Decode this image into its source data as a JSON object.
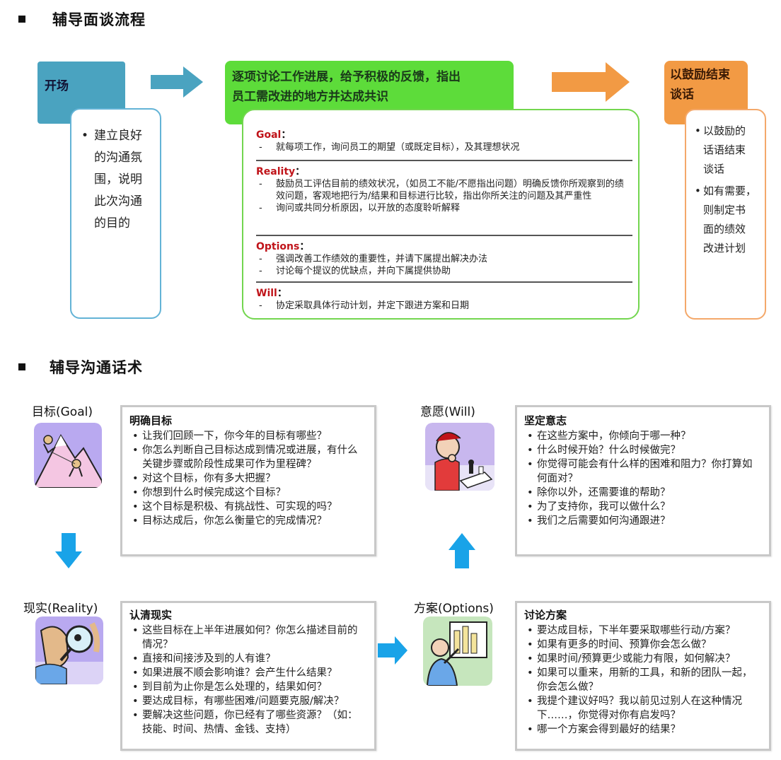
{
  "section1": {
    "title": "辅导面谈流程"
  },
  "opening": {
    "head": "开场",
    "lines": [
      "建立良好",
      "的沟通氛",
      "围，说明",
      "此次沟通",
      "的目的"
    ]
  },
  "discuss": {
    "head_lines": [
      "逐项讨论工作进展，给予积极的反馈，指出",
      "员工需改进的地方并达成共识"
    ],
    "groups": [
      {
        "label": "Goal",
        "items": [
          "就每项工作，询问员工的期望（或既定目标），及其理想状况"
        ]
      },
      {
        "label": "Reality",
        "items": [
          "鼓励员工评估目前的绩效状况，（如员工不能/不愿指出问题）明确反馈你所观察到的绩效问题，客观地把行为/结果和目标进行比较，指出你所关注的问题及其严重性",
          "询问或共同分析原因，以开放的态度聆听解释"
        ]
      },
      {
        "label": "Options",
        "items": [
          "强调改善工作绩效的重要性，并请下属提出解决办法",
          "讨论每个提议的优缺点，并向下属提供协助"
        ]
      },
      {
        "label": "Will",
        "items": [
          "协定采取具体行动计划，并定下跟进方案和日期"
        ]
      }
    ]
  },
  "closing": {
    "head_lines": [
      "以鼓励结束",
      "谈话"
    ],
    "items": [
      [
        "以鼓励的",
        "话语结束",
        "谈话"
      ],
      [
        "如有需要，",
        "则制定书",
        "面的绩效",
        "改进计划"
      ]
    ]
  },
  "section2": {
    "title": "辅导沟通话术"
  },
  "stages": {
    "goal": {
      "label": "目标(Goal)",
      "title": "明确目标",
      "items": [
        "让我们回顾一下，你今年的目标有哪些？",
        "你怎么判断自己目标达成到情况或进展，有什么关键步骤或阶段性成果可作为里程碑？",
        "对这个目标，你有多大把握？",
        "你想到什么时候完成这个目标？",
        "这个目标是积极、有挑战性、可实现的吗？",
        "目标达成后，你怎么衡量它的完成情况？"
      ]
    },
    "reality": {
      "label": "现实(Reality)",
      "title": "认清现实",
      "items": [
        "这些目标在上半年进展如何？你怎么描述目前的情况？",
        "直接和间接涉及到的人有谁？",
        "如果进展不顺会影响谁？会产生什么结果？",
        "到目前为止你是怎么处理的，结果如何？",
        "要达成目标，有哪些困难/问题要克服/解决？",
        "要解决这些问题，你已经有了哪些资源？（如：技能、时间、热情、金钱、支持）"
      ]
    },
    "options": {
      "label": "方案(Options)",
      "title": "讨论方案",
      "items": [
        "要达成目标，下半年要采取哪些行动/方案？",
        "如果有更多的时间、预算你会怎么做？",
        "如果时间/预算更少或能力有限，如何解决？",
        "如果可以重来，用新的工具，和新的团队一起，你会怎么做？",
        "我提个建议好吗？我以前见过别人在这种情况下……，你觉得对你有启发吗？",
        "哪一个方案会得到最好的结果？"
      ]
    },
    "will": {
      "label": "意愿(Will)",
      "title": "坚定意志",
      "items": [
        "在这些方案中，你倾向于哪一种？",
        "什么时候开始？什么时候做完？",
        "你觉得可能会有什么样的困难和阻力？你打算如何面对？",
        "除你以外，还需要谁的帮助？",
        "为了支持你，我可以做什么？",
        "我们之后需要如何沟通跟进？"
      ]
    }
  },
  "colors": {
    "teal": "#4aa3c0",
    "green": "#5ddc3a",
    "orange": "#f29a44",
    "blue_arrow": "#19a3e8",
    "red": "#c0141a"
  },
  "icons": {
    "goal": "mountain-climber-icon",
    "reality": "magnifier-person-icon",
    "options": "presenter-chart-icon",
    "will": "chess-thinker-icon"
  }
}
